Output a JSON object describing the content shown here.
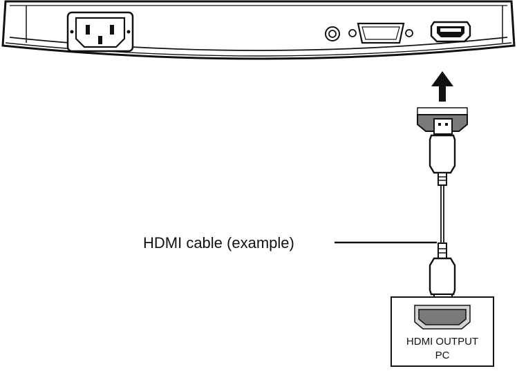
{
  "labels": {
    "cable": "HDMI cable (example)",
    "pc_line1": "HDMI OUTPUT",
    "pc_line2": "PC"
  },
  "icons": {
    "power": "power-socket-icon",
    "audio": "audio-jack-icon",
    "vga": "vga-port-icon",
    "hdmi": "hdmi-port-icon",
    "arrow": "arrow-up-icon"
  },
  "colors": {
    "ink": "#111111",
    "port_fill": "#7a7a7a",
    "port_light": "#d4d4d4",
    "paper": "#ffffff"
  }
}
